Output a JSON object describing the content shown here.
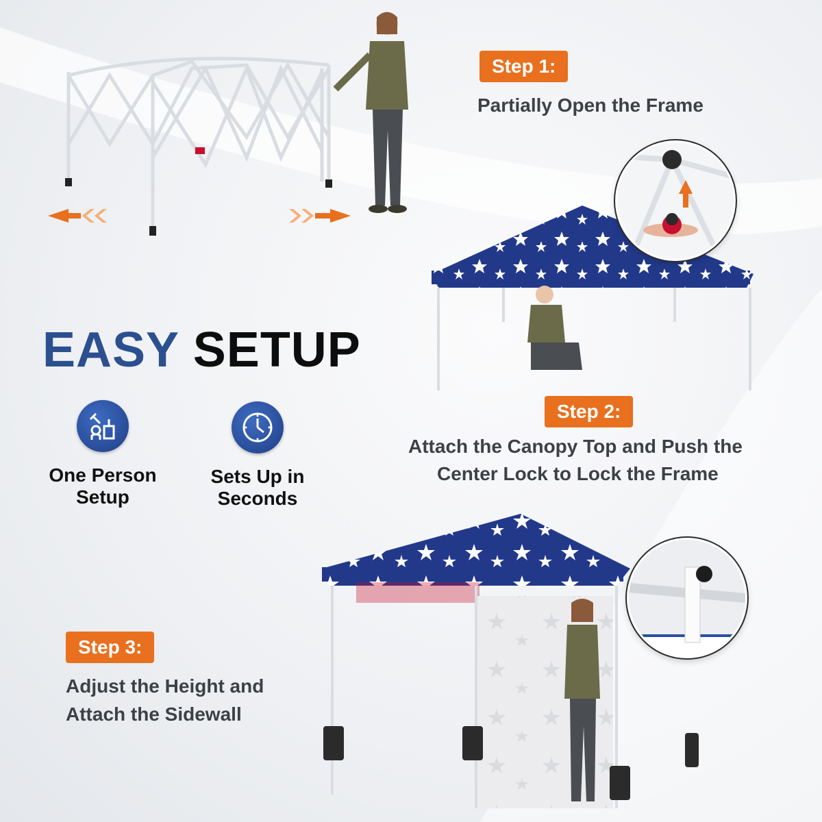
{
  "step1": {
    "badge": "Step 1:",
    "text": "Partially Open the Frame"
  },
  "step2": {
    "badge": "Step 2:",
    "text_line1": "Attach the Canopy Top and Push the",
    "text_line2": "Center Lock to Lock the Frame"
  },
  "step3": {
    "badge": "Step 3:",
    "text_line1": "Adjust the Height and",
    "text_line2": "Attach the Sidewall"
  },
  "headline": {
    "word1": "EASY",
    "word2": "SETUP"
  },
  "features": [
    {
      "icon": "wrench-person-icon",
      "line1": "One Person",
      "line2": "Setup"
    },
    {
      "icon": "clock-icon",
      "line1": "Sets Up in",
      "line2": "Seconds"
    }
  ],
  "colors": {
    "accent": "#e8701e",
    "brand_blue": "#2c4f8f",
    "canopy_blue": "#1f3a8a",
    "stripe_red": "#c8102e"
  }
}
